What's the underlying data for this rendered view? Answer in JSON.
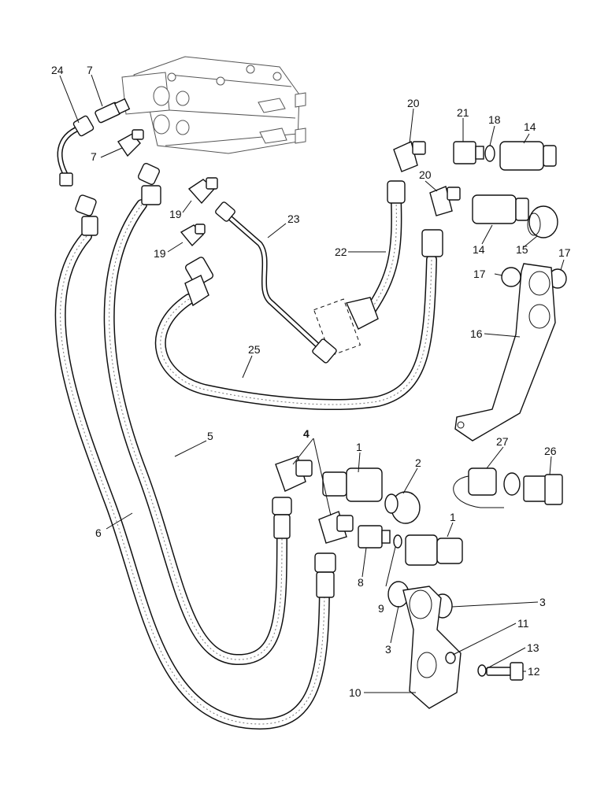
{
  "labels": [
    {
      "id": "l24",
      "text": "24"
    },
    {
      "id": "l7a",
      "text": "7"
    },
    {
      "id": "l7b",
      "text": "7"
    },
    {
      "id": "l20a",
      "text": "20"
    },
    {
      "id": "l21",
      "text": "21"
    },
    {
      "id": "l18",
      "text": "18"
    },
    {
      "id": "l14a",
      "text": "14"
    },
    {
      "id": "l20b",
      "text": "20"
    },
    {
      "id": "l14b",
      "text": "14"
    },
    {
      "id": "l15",
      "text": "15"
    },
    {
      "id": "l17a",
      "text": "17"
    },
    {
      "id": "l17b",
      "text": "17"
    },
    {
      "id": "l19a",
      "text": "19"
    },
    {
      "id": "l23",
      "text": "23"
    },
    {
      "id": "l19b",
      "text": "19"
    },
    {
      "id": "l22",
      "text": "22"
    },
    {
      "id": "l16",
      "text": "16"
    },
    {
      "id": "l25",
      "text": "25"
    },
    {
      "id": "l5",
      "text": "5"
    },
    {
      "id": "l4",
      "text": "4"
    },
    {
      "id": "l1a",
      "text": "1"
    },
    {
      "id": "l2",
      "text": "2"
    },
    {
      "id": "l27",
      "text": "27"
    },
    {
      "id": "l26",
      "text": "26"
    },
    {
      "id": "l6",
      "text": "6"
    },
    {
      "id": "l1b",
      "text": "1"
    },
    {
      "id": "l8",
      "text": "8"
    },
    {
      "id": "l9",
      "text": "9"
    },
    {
      "id": "l3a",
      "text": "3"
    },
    {
      "id": "l3b",
      "text": "3"
    },
    {
      "id": "l11",
      "text": "11"
    },
    {
      "id": "l13",
      "text": "13"
    },
    {
      "id": "l12",
      "text": "12"
    },
    {
      "id": "l10",
      "text": "10"
    }
  ]
}
